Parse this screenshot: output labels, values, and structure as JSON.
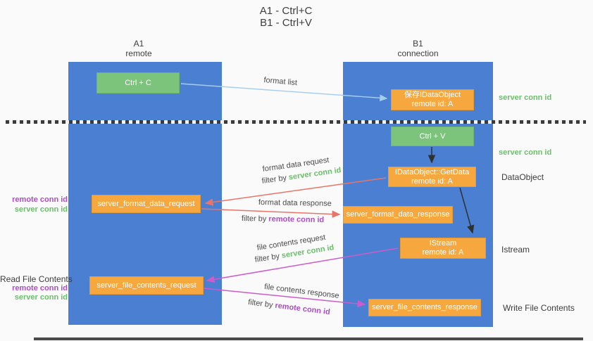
{
  "title": {
    "line1": "A1 - Ctrl+C",
    "line2": "B1 - Ctrl+V"
  },
  "columns": [
    {
      "header_line1": "A1",
      "header_line2": "remote"
    },
    {
      "header_line1": "B1",
      "header_line2": "connection"
    }
  ],
  "nodes": {
    "ctrl_c": "Ctrl + C",
    "ctrl_v": "Ctrl + V",
    "save_idataobject_line1": "保存IDataObject",
    "save_idataobject_line2": "remote id: A",
    "getdata_line1": "IDataObject::GetData",
    "getdata_line2": "remote id: A",
    "istream_line1": "IStream",
    "istream_line2": "remote id: A",
    "server_format_data_request": "server_format_data_request",
    "server_format_data_response": "server_format_data_response",
    "server_file_contents_request": "server_file_contents_request",
    "server_file_contents_response": "server_file_contents_response"
  },
  "flows": {
    "format_list": {
      "label": "format list"
    },
    "format_data_request": {
      "label": "format data request",
      "filter_prefix": "filter by",
      "filter_key": "server conn id"
    },
    "format_data_response": {
      "label": "format data response",
      "filter_prefix": "filter by",
      "filter_key": "remote conn id"
    },
    "file_contents_request": {
      "label": "file contents request",
      "filter_prefix": "filter by",
      "filter_key": "server conn id"
    },
    "file_contents_response": {
      "label": "file contents response",
      "filter_prefix": "filter by",
      "filter_key": "remote conn id"
    }
  },
  "side_labels": {
    "left": {
      "remote_conn_id_1": "remote conn id",
      "server_conn_id_1": "server conn id",
      "read_file_contents": "Read File Contents",
      "remote_conn_id_2": "remote conn id",
      "server_conn_id_2": "server conn id"
    },
    "right": {
      "server_conn_id_1": "server conn id",
      "server_conn_id_2": "server conn id",
      "dataobject": "DataObject",
      "istream": "Istream",
      "write_file_contents": "Write File Contents"
    }
  },
  "colors": {
    "background": "#fafafa",
    "column_blue": "#4a7fd2",
    "node_green": "#7cc47c",
    "node_orange": "#f6a83e",
    "arrow_light_blue": "#a5cdee",
    "arrow_red": "#e97568",
    "arrow_magenta": "#cd5ccb",
    "arrow_black": "#303030",
    "text_green": "#6abf69",
    "text_purple": "#ab4ec6",
    "divider_dark": "#3b3b3b"
  }
}
